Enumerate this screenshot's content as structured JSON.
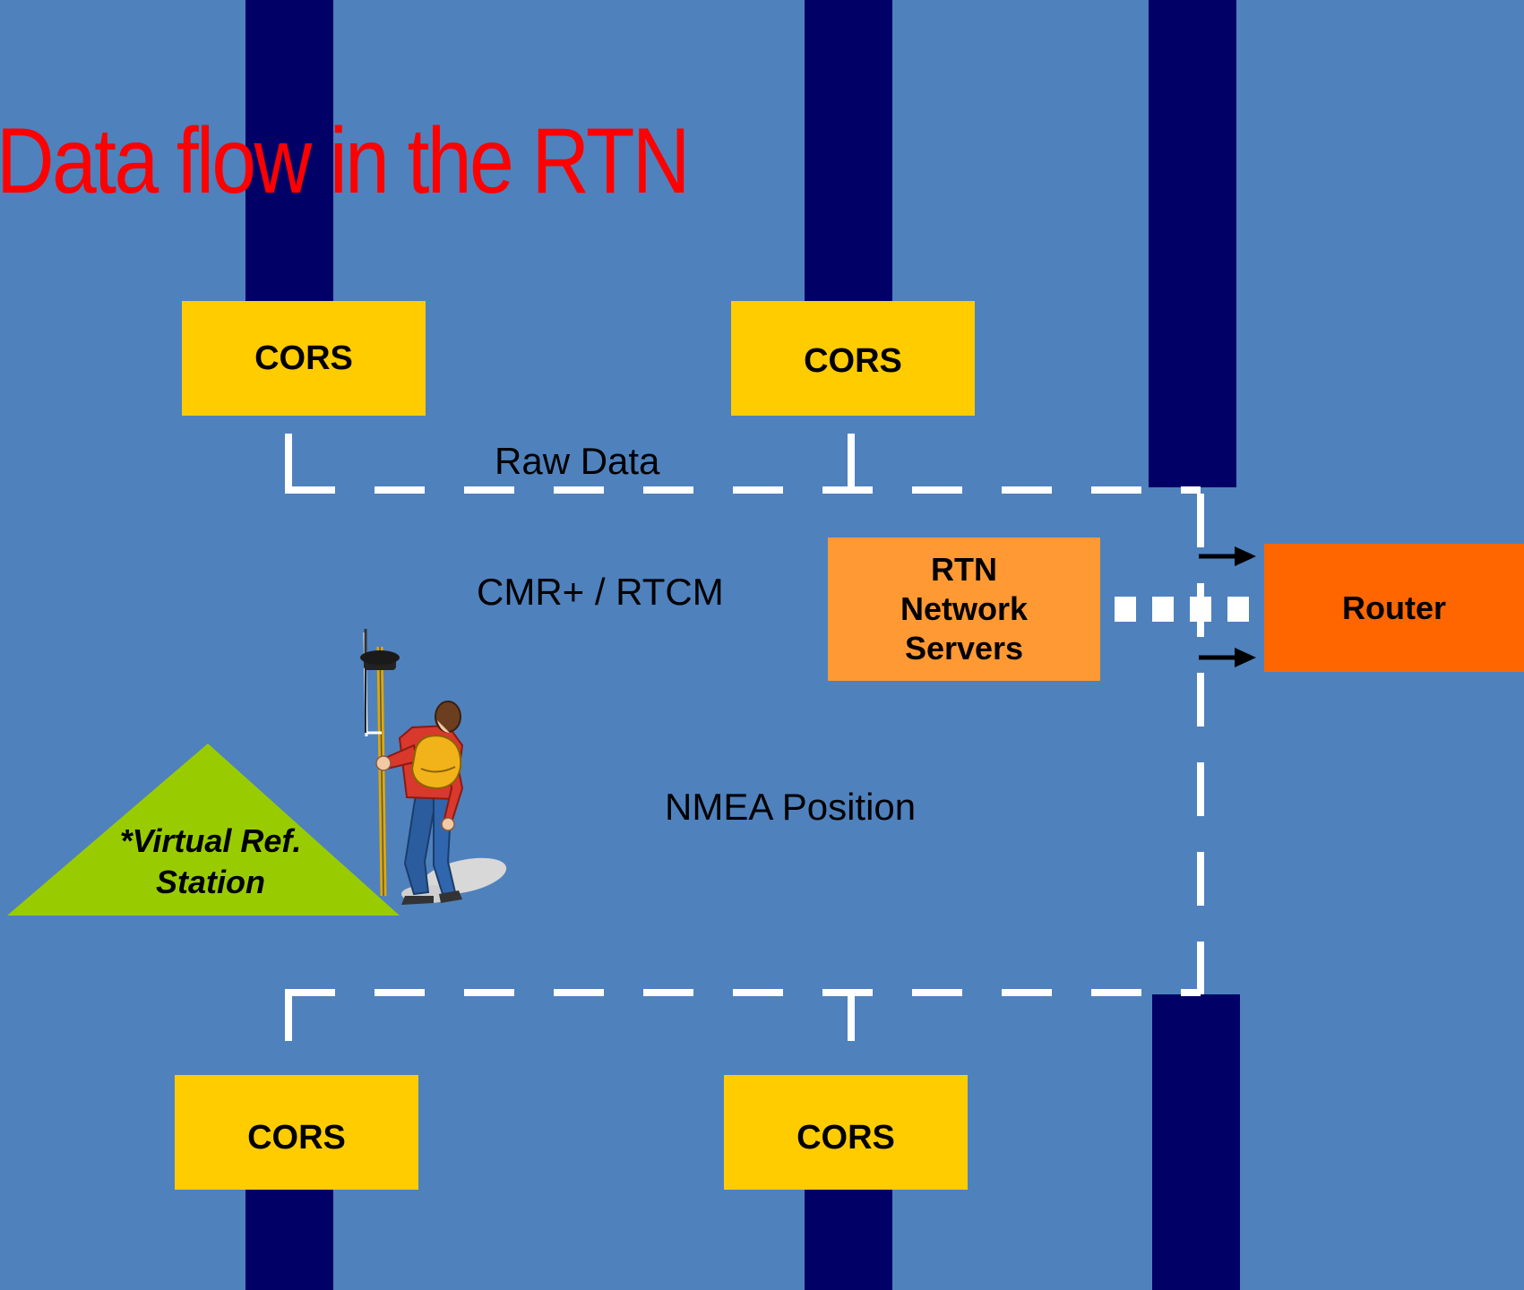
{
  "title": "Data flow in the RTN",
  "nodes": {
    "cors_top_left": "CORS",
    "cors_top_right": "CORS",
    "cors_bottom_left": "CORS",
    "cors_bottom_right": "CORS",
    "rtn_servers": "RTN\nNetwork\nServers",
    "router": "Router",
    "virtual_ref_station": "*Virtual Ref.\nStation"
  },
  "labels": {
    "raw_data": "Raw Data",
    "cmr_rtcm": "CMR+ / RTCM",
    "nmea_position": "NMEA Position"
  },
  "colors": {
    "background": "#4F81BD",
    "title": "#FF0000",
    "pole": "#000066",
    "cors": "#FFCC00",
    "rtn_servers": "#FF9933",
    "router": "#FF6600",
    "virtual_ref_station": "#99CC00",
    "flow_line": "#FFFFFF"
  },
  "icons": {
    "rover": "surveyor-with-gps-pole-icon"
  }
}
